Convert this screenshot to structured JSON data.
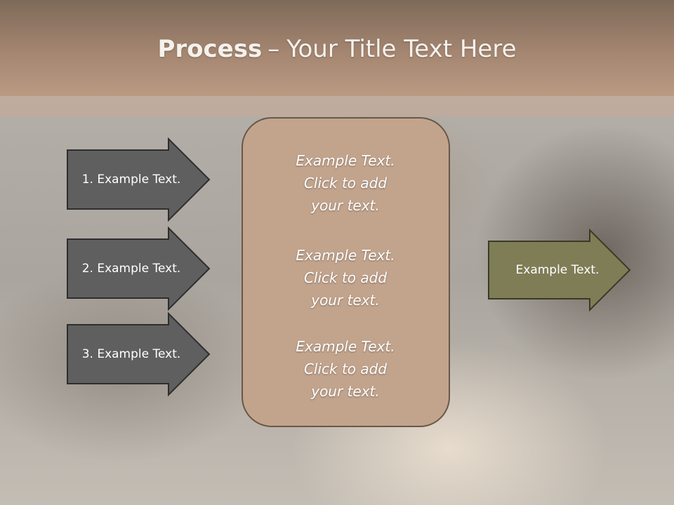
{
  "slide": {
    "title_bold": "Process",
    "title_separator": "–",
    "title_rest": "Your Title Text Here"
  },
  "inputs": [
    {
      "label": "1. Example Text."
    },
    {
      "label": "2. Example Text."
    },
    {
      "label": "3. Example Text."
    }
  ],
  "process_box": {
    "paragraphs": [
      {
        "line1": "Example Text.",
        "line2": "Click  to add",
        "line3": "your text."
      },
      {
        "line1": "Example Text.",
        "line2": "Click  to add",
        "line3": "your text."
      },
      {
        "line1": "Example Text.",
        "line2": "Click  to add",
        "line3": "your text."
      }
    ]
  },
  "output": {
    "label": "Example Text."
  },
  "colors": {
    "input_arrow_fill": "#5f5f5f",
    "process_box_fill": "#c2a48d",
    "output_arrow_fill": "#7f7d56",
    "header_fill": "#a48671"
  }
}
